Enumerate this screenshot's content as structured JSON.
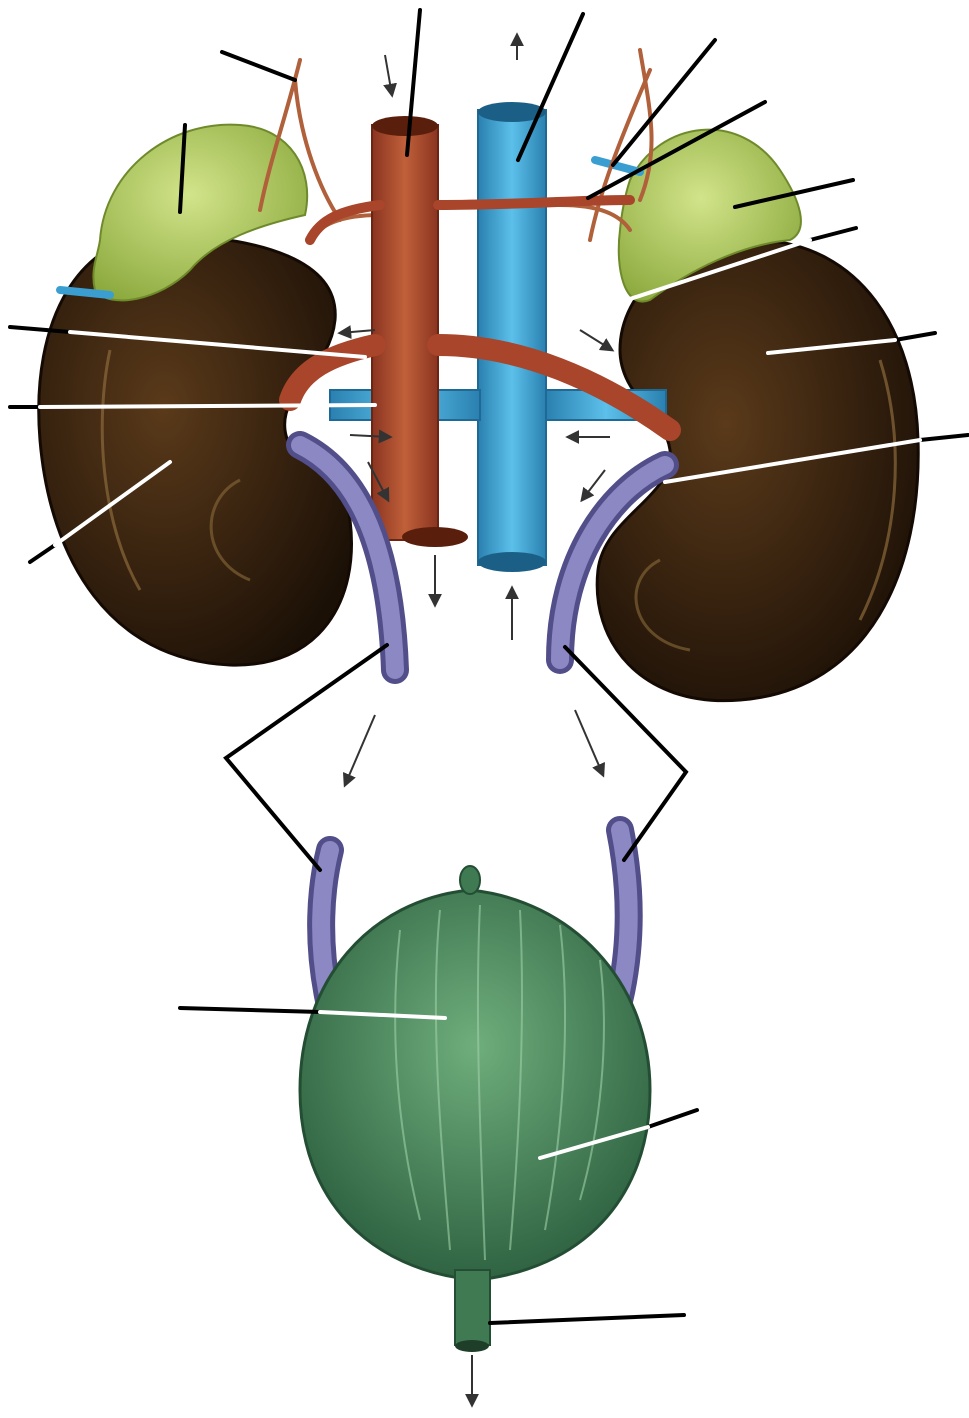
{
  "diagram": {
    "subject": "urinary-system-unlabeled",
    "colors": {
      "kidney": "#3a2410",
      "kidney_highlight": "#6b4a22",
      "adrenal": "#9fbf4a",
      "aorta": "#a8452a",
      "vena_cava": "#3a9fd0",
      "ureter": "#7c78b4",
      "bladder": "#3f7a52",
      "leader_black": "#000000",
      "leader_white": "#ffffff",
      "arrow": "#333333"
    },
    "organs": [
      {
        "id": "left-kidney",
        "icon": "kidney-icon"
      },
      {
        "id": "right-kidney",
        "icon": "kidney-icon"
      },
      {
        "id": "left-adrenal-gland",
        "icon": "adrenal-gland-icon"
      },
      {
        "id": "right-adrenal-gland",
        "icon": "adrenal-gland-icon"
      },
      {
        "id": "abdominal-aorta",
        "icon": "artery-icon"
      },
      {
        "id": "inferior-vena-cava",
        "icon": "vein-icon"
      },
      {
        "id": "left-ureter",
        "icon": "ureter-icon"
      },
      {
        "id": "right-ureter",
        "icon": "ureter-icon"
      },
      {
        "id": "urinary-bladder",
        "icon": "bladder-icon"
      },
      {
        "id": "urethra",
        "icon": "urethra-icon"
      }
    ],
    "labels": []
  }
}
